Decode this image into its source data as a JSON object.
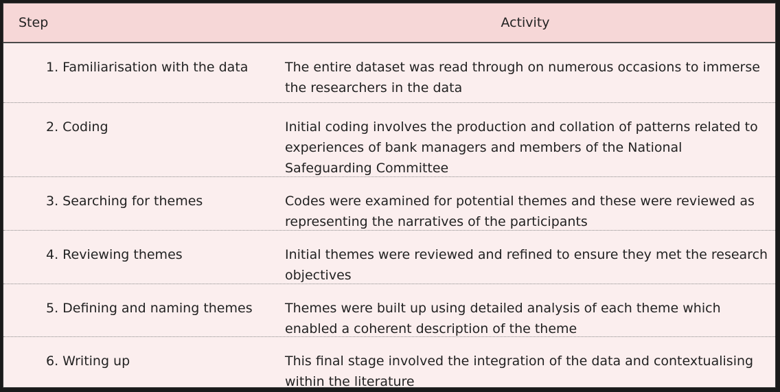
{
  "table": {
    "headers": {
      "step": "Step",
      "activity": "Activity"
    },
    "rows": [
      {
        "step": "1. Familiarisation with the data",
        "activity": "The entire dataset was read through on numerous occasions to immerse the researchers in the data"
      },
      {
        "step": "2. Coding",
        "activity": "Initial coding involves the production and collation of patterns related to experiences of bank managers and members of the National Safeguarding Committee"
      },
      {
        "step": "3. Searching for themes",
        "activity": "Codes were examined for potential themes and these were reviewed as representing the narratives of the participants"
      },
      {
        "step": "4. Reviewing themes",
        "activity": "Initial themes were reviewed and refined to ensure they met the research objectives"
      },
      {
        "step": "5. Defining and naming themes",
        "activity": "Themes were built up using detailed analysis of each theme which enabled a coherent description of the theme"
      },
      {
        "step": "6. Writing up",
        "activity": "This final stage involved the integration of the data and contextualising within the literature"
      }
    ]
  },
  "colors": {
    "header_background": "#f6d7d7",
    "body_background": "#fbeeee",
    "text": "#222222"
  }
}
